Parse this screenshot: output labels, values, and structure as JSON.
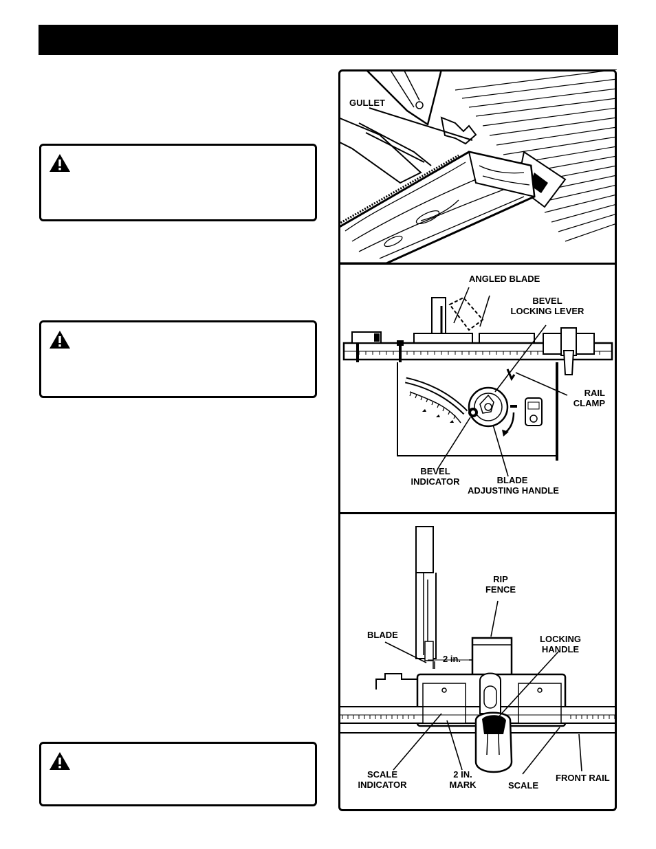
{
  "figure1": {
    "gullet_label": "GULLET"
  },
  "figure2": {
    "angled_blade_label": "ANGLED BLADE",
    "bevel_locking_lever_label": [
      "BEVEL",
      "LOCKING LEVER"
    ],
    "rail_clamp_label": [
      "RAIL",
      "CLAMP"
    ],
    "bevel_indicator_label": [
      "BEVEL",
      "INDICATOR"
    ],
    "blade_adjusting_handle_label": [
      "BLADE",
      "ADJUSTING HANDLE"
    ]
  },
  "figure3": {
    "rip_fence_label": [
      "RIP",
      "FENCE"
    ],
    "blade_label": "BLADE",
    "two_in_label": "2 in.",
    "locking_handle_label": [
      "LOCKING",
      "HANDLE"
    ],
    "scale_indicator_label": [
      "SCALE",
      "INDICATOR"
    ],
    "two_in_mark_label": [
      "2 IN.",
      "MARK"
    ],
    "scale_label": "SCALE",
    "front_rail_label": "FRONT RAIL"
  },
  "colors": {
    "ink": "#000000",
    "paper": "#ffffff",
    "wood": "#ffffff"
  },
  "icons": [
    "warning-triangle-icon"
  ]
}
